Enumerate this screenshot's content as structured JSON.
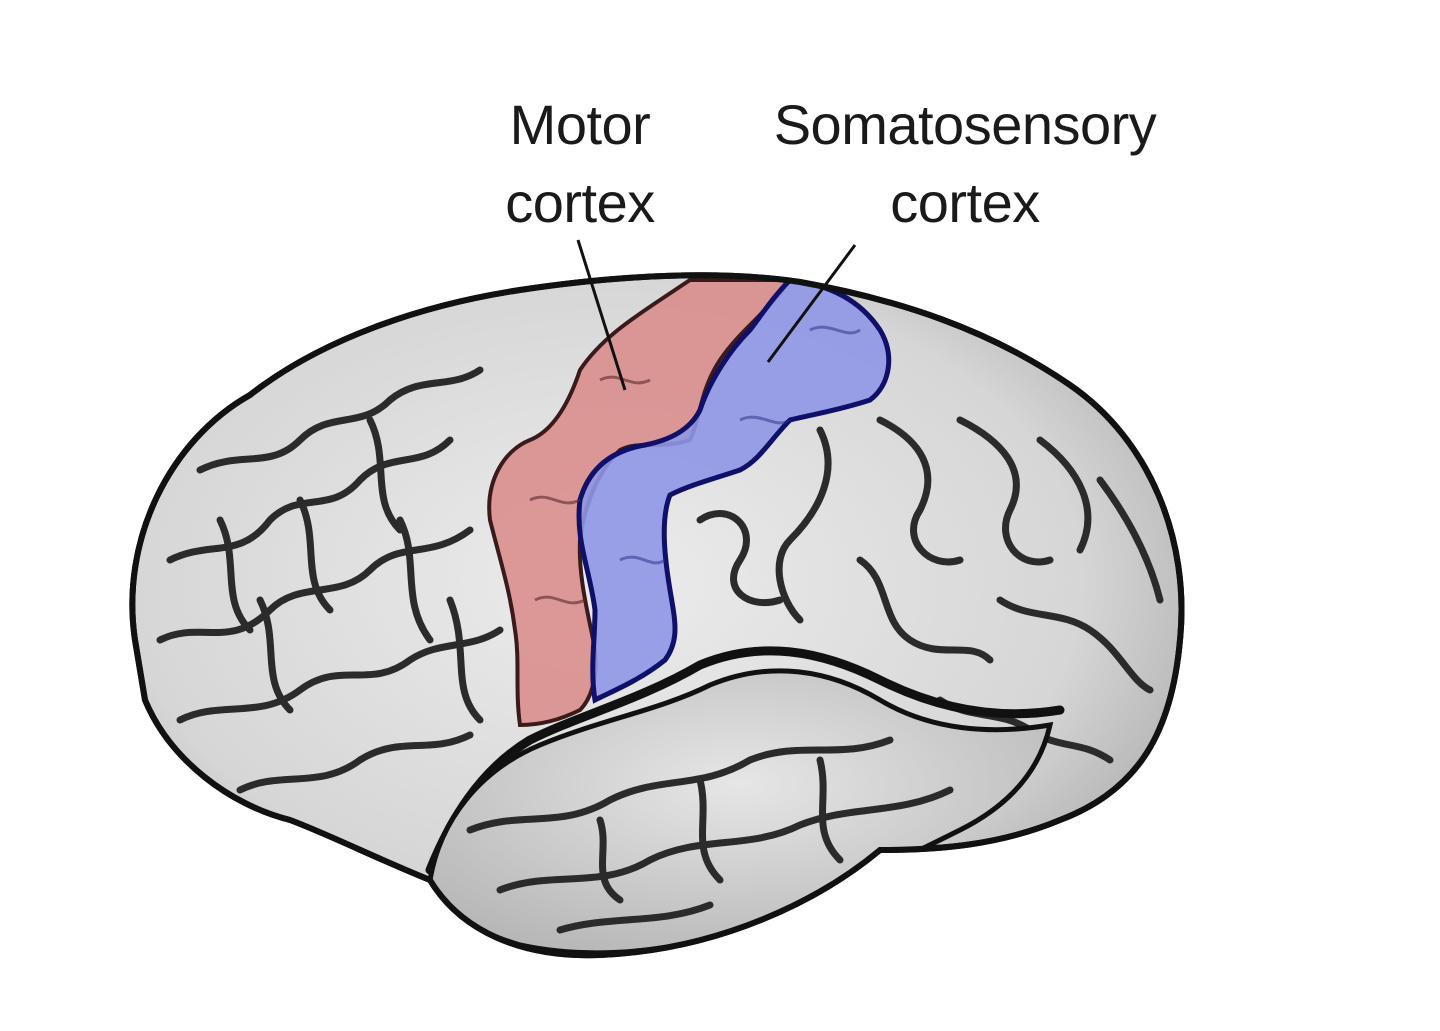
{
  "labels": {
    "motor": {
      "line1": "Motor",
      "line2": "cortex"
    },
    "somatosensory": {
      "line1": "Somatosensory",
      "line2": "cortex"
    }
  },
  "colors": {
    "motor_region": "#d98a88",
    "somatosensory_region": "#8f97e6",
    "brain_fill": "#dcdcdc",
    "sulcus": "#2b2b2b",
    "outline": "#111111"
  }
}
